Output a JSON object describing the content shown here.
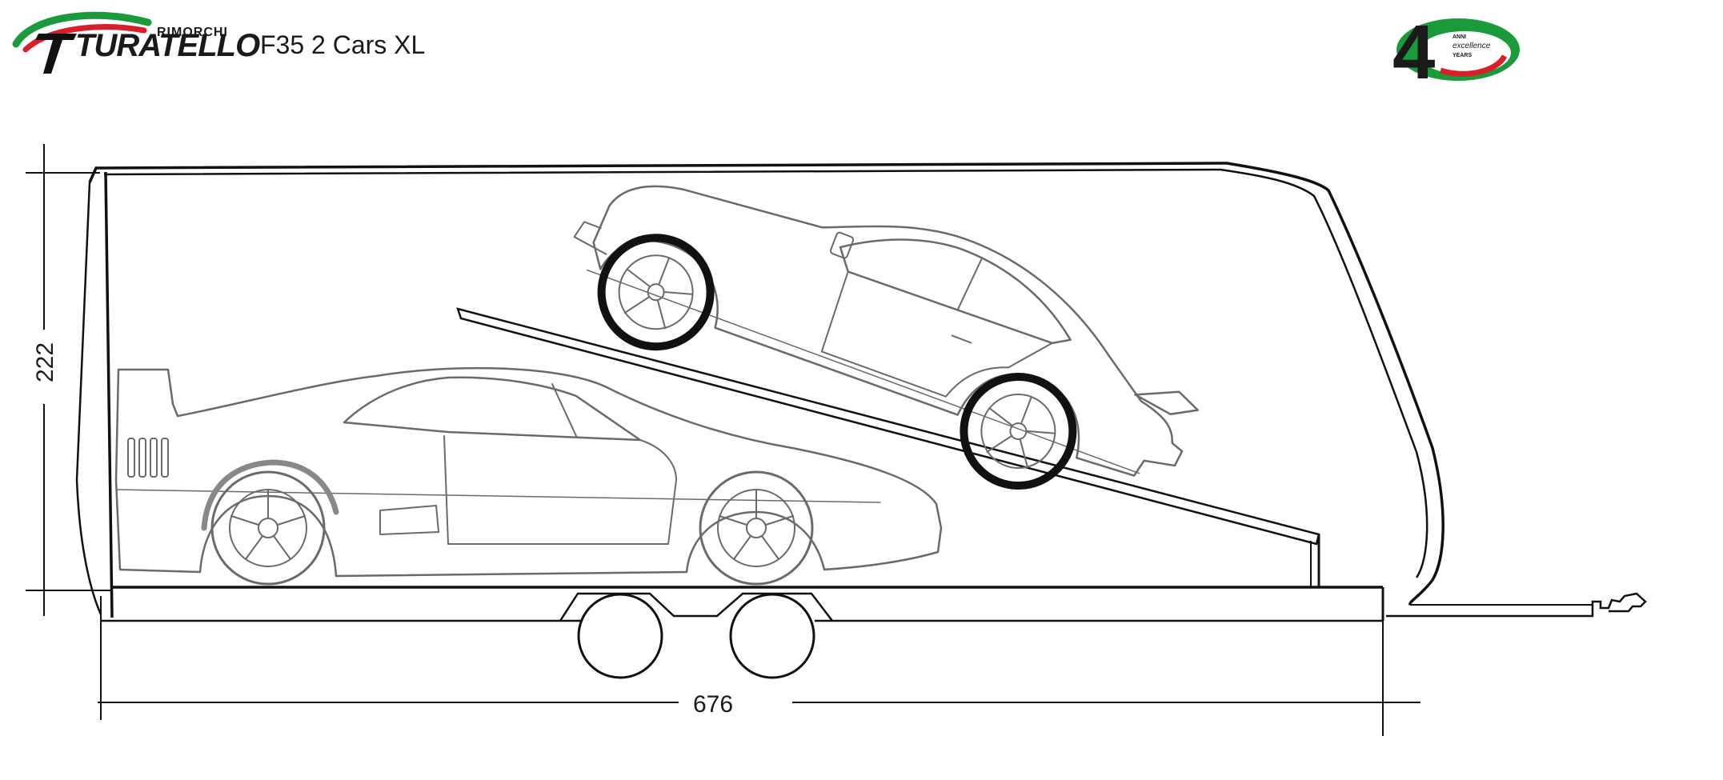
{
  "brand": {
    "name": "TURATELLO",
    "tagline": "RIMORCHI",
    "colors": {
      "green": "#1a9a3a",
      "red": "#d8202a",
      "ink": "#111111"
    }
  },
  "model_title": "F35 2 Cars XL",
  "anniversary": {
    "number": "4",
    "lines": [
      "ANNI",
      "excellence",
      "YEARS"
    ]
  },
  "dimensions": {
    "height_label": "222",
    "length_label": "676"
  },
  "illustration": {
    "lower_car_icon": "sports-car-lower-deck",
    "upper_car_icon": "classic-coupe-upper-deck",
    "wheel_icon": "wheel"
  }
}
